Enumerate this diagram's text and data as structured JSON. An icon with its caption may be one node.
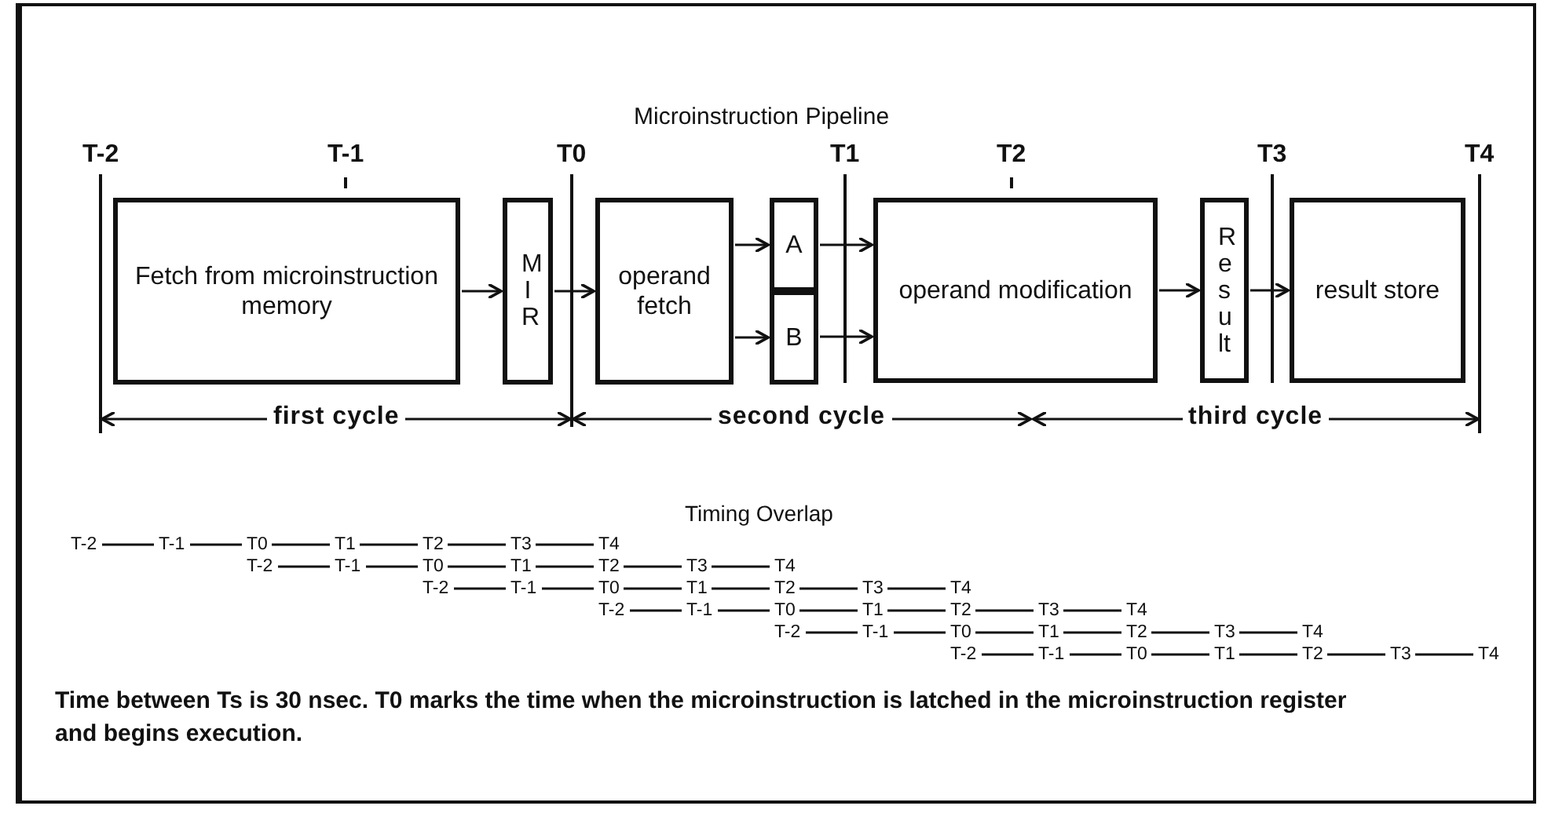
{
  "diagram": {
    "title": "Microinstruction Pipeline",
    "caption": "Time between Ts is 30 nsec. T0 marks the time when the microinstruction is latched in the microinstruction register and begins execution.",
    "nodes": [
      {
        "text": [
          "Fetch from microinstruction memory"
        ]
      },
      {
        "text": [
          "MIR"
        ]
      },
      {
        "text": [
          "operand fetch"
        ]
      },
      {
        "text": [
          "A"
        ]
      },
      {
        "text": [
          "B"
        ]
      },
      {
        "text": [
          "operand modification"
        ]
      },
      {
        "text": [
          "Result"
        ]
      },
      {
        "text": [
          "result store"
        ]
      },
      {
        "text": [
          "T-2"
        ]
      },
      {
        "text": [
          "T-1"
        ]
      },
      {
        "text": [
          "T0"
        ]
      },
      {
        "text": [
          "T1"
        ]
      },
      {
        "text": [
          "T2"
        ]
      },
      {
        "text": [
          "T3"
        ]
      },
      {
        "text": [
          "T4"
        ]
      },
      {
        "text": [
          "T-2"
        ]
      },
      {
        "text": [
          "T-1"
        ]
      },
      {
        "text": [
          "T0"
        ]
      },
      {
        "text": [
          "T1"
        ]
      },
      {
        "text": [
          "T2"
        ]
      },
      {
        "text": [
          "T3"
        ]
      },
      {
        "text": [
          "T4"
        ]
      },
      {
        "text": [
          "T-2"
        ]
      },
      {
        "text": [
          "T-1"
        ]
      },
      {
        "text": [
          "T0"
        ]
      },
      {
        "text": [
          "T1"
        ]
      },
      {
        "text": [
          "T2"
        ]
      },
      {
        "text": [
          "T3"
        ]
      },
      {
        "text": [
          "T4"
        ]
      },
      {
        "text": [
          "T-2"
        ]
      },
      {
        "text": [
          "T-1"
        ]
      },
      {
        "text": [
          "T0"
        ]
      },
      {
        "text": [
          "T1"
        ]
      },
      {
        "text": [
          "T2"
        ]
      },
      {
        "text": [
          "T3"
        ]
      },
      {
        "text": [
          "T4"
        ]
      },
      {
        "text": [
          "T-2"
        ]
      },
      {
        "text": [
          "T-1"
        ]
      },
      {
        "text": [
          "T0"
        ]
      },
      {
        "text": [
          "T1"
        ]
      },
      {
        "text": [
          "T2"
        ]
      },
      {
        "text": [
          "T3"
        ]
      },
      {
        "text": [
          "T4"
        ]
      },
      {
        "text": [
          "T-2"
        ]
      },
      {
        "text": [
          "T-1"
        ]
      },
      {
        "text": [
          "T0"
        ]
      },
      {
        "text": [
          "T1"
        ]
      },
      {
        "text": [
          "T2"
        ]
      },
      {
        "text": [
          "T3"
        ]
      },
      {
        "text": [
          "T4"
        ]
      }
    ],
    "edges": [
      {
        "from": 0,
        "to": 1,
        "arrow": "to"
      },
      {
        "from": 1,
        "to": 2,
        "arrow": "to"
      },
      {
        "from": 2,
        "to": 3,
        "arrow": "to"
      },
      {
        "from": 2,
        "to": 4,
        "arrow": "to"
      },
      {
        "from": 3,
        "to": 5,
        "arrow": "to"
      },
      {
        "from": 4,
        "to": 5,
        "arrow": "to"
      },
      {
        "from": 5,
        "to": 6,
        "arrow": "to"
      },
      {
        "from": 6,
        "to": 7,
        "arrow": "to"
      },
      {
        "from": 8,
        "to": 9,
        "arrow": "none"
      },
      {
        "from": 9,
        "to": 10,
        "arrow": "none"
      },
      {
        "from": 10,
        "to": 11,
        "arrow": "none"
      },
      {
        "from": 11,
        "to": 12,
        "arrow": "none"
      },
      {
        "from": 12,
        "to": 13,
        "arrow": "none"
      },
      {
        "from": 13,
        "to": 14,
        "arrow": "none"
      },
      {
        "from": 15,
        "to": 16,
        "arrow": "none"
      },
      {
        "from": 16,
        "to": 17,
        "arrow": "none"
      },
      {
        "from": 17,
        "to": 18,
        "arrow": "none"
      },
      {
        "from": 18,
        "to": 19,
        "arrow": "none"
      },
      {
        "from": 19,
        "to": 20,
        "arrow": "none"
      },
      {
        "from": 20,
        "to": 21,
        "arrow": "none"
      },
      {
        "from": 22,
        "to": 23,
        "arrow": "none"
      },
      {
        "from": 23,
        "to": 24,
        "arrow": "none"
      },
      {
        "from": 24,
        "to": 25,
        "arrow": "none"
      },
      {
        "from": 25,
        "to": 26,
        "arrow": "none"
      },
      {
        "from": 26,
        "to": 27,
        "arrow": "none"
      },
      {
        "from": 27,
        "to": 28,
        "arrow": "none"
      },
      {
        "from": 29,
        "to": 30,
        "arrow": "none"
      },
      {
        "from": 30,
        "to": 31,
        "arrow": "none"
      },
      {
        "from": 31,
        "to": 32,
        "arrow": "none"
      },
      {
        "from": 32,
        "to": 33,
        "arrow": "none"
      },
      {
        "from": 33,
        "to": 34,
        "arrow": "none"
      },
      {
        "from": 34,
        "to": 35,
        "arrow": "none"
      },
      {
        "from": 36,
        "to": 37,
        "arrow": "none"
      },
      {
        "from": 37,
        "to": 38,
        "arrow": "none"
      },
      {
        "from": 38,
        "to": 39,
        "arrow": "none"
      },
      {
        "from": 39,
        "to": 40,
        "arrow": "none"
      },
      {
        "from": 40,
        "to": 41,
        "arrow": "none"
      },
      {
        "from": 41,
        "to": 42,
        "arrow": "none"
      },
      {
        "from": 43,
        "to": 44,
        "arrow": "none"
      },
      {
        "from": 44,
        "to": 45,
        "arrow": "none"
      },
      {
        "from": 45,
        "to": 46,
        "arrow": "none"
      },
      {
        "from": 46,
        "to": 47,
        "arrow": "none"
      },
      {
        "from": 47,
        "to": 48,
        "arrow": "none"
      },
      {
        "from": 48,
        "to": 49,
        "arrow": "none"
      }
    ],
    "labels": [
      "T-2",
      "T-1",
      "T0",
      "T1",
      "T2",
      "T3",
      "T4",
      "first cycle",
      "second cycle",
      "third cycle",
      "Timing Overlap"
    ]
  }
}
